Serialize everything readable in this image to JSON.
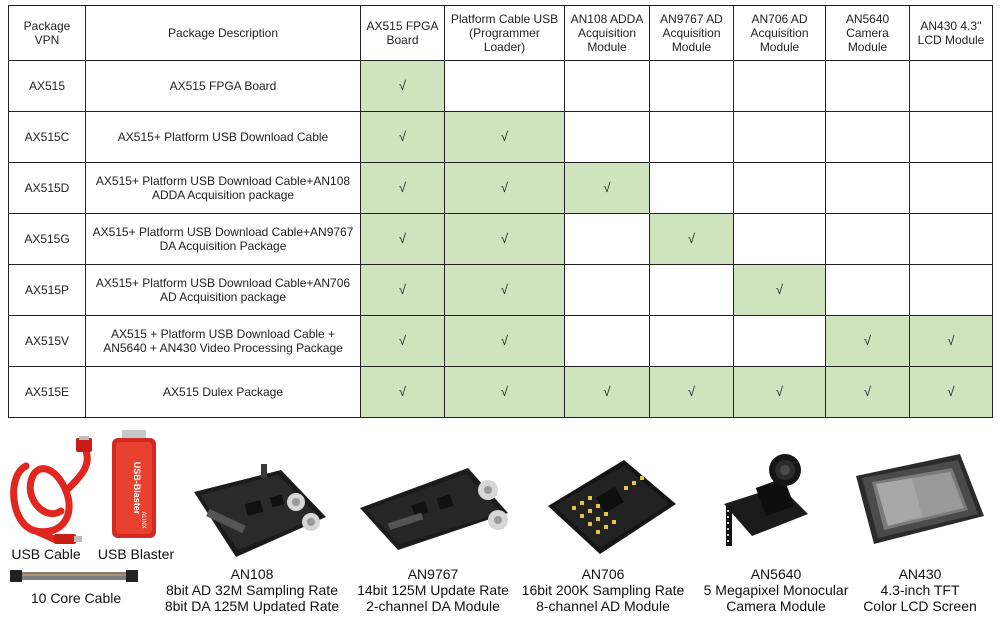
{
  "table": {
    "headers": [
      "Package VPN",
      "Package Description",
      "AX515 FPGA Board",
      "Platform Cable USB (Programmer Loader)",
      "AN108 ADDA Acquisition Module",
      "AN9767 AD Acquisition Module",
      "AN706 AD Acquisition Module",
      "AN5640 Camera Module",
      "AN430 4.3'' LCD Module"
    ],
    "check_mark": "√",
    "rows": [
      {
        "vpn": "AX515",
        "desc": "AX515 FPGA Board",
        "checks": [
          true,
          false,
          false,
          false,
          false,
          false,
          false
        ]
      },
      {
        "vpn": "AX515C",
        "desc": "AX515+ Platform USB Download Cable",
        "checks": [
          true,
          true,
          false,
          false,
          false,
          false,
          false
        ]
      },
      {
        "vpn": "AX515D",
        "desc": "AX515+ Platform USB Download Cable+AN108 ADDA Acquisition package",
        "checks": [
          true,
          true,
          true,
          false,
          false,
          false,
          false
        ]
      },
      {
        "vpn": "AX515G",
        "desc": "AX515+ Platform USB Download Cable+AN9767 DA Acquisition Package",
        "checks": [
          true,
          true,
          false,
          true,
          false,
          false,
          false
        ]
      },
      {
        "vpn": "AX515P",
        "desc": "AX515+ Platform USB Download Cable+AN706 AD Acquisition package",
        "checks": [
          true,
          true,
          false,
          false,
          true,
          false,
          false
        ]
      },
      {
        "vpn": "AX515V",
        "desc": "AX515 + Platform USB Download Cable + AN5640 + AN430 Video Processing Package",
        "checks": [
          true,
          true,
          false,
          false,
          false,
          true,
          true
        ]
      },
      {
        "vpn": "AX515E",
        "desc": "AX515 Dulex Package",
        "checks": [
          true,
          true,
          true,
          true,
          true,
          true,
          true
        ]
      }
    ],
    "highlight_color": "#cfe3bf"
  },
  "products": {
    "usb_cable": {
      "label": "USB Cable"
    },
    "usb_blaster": {
      "label": "USB Blaster",
      "device_text": "USB-Blaster",
      "brand": "ALINX"
    },
    "core_cable": {
      "label": "10 Core Cable"
    },
    "an108": {
      "lines": [
        "AN108",
        "8bit AD 32M Sampling Rate",
        "8bit DA 125M Updated Rate"
      ]
    },
    "an9767": {
      "lines": [
        "AN9767",
        "14bit 125M Update Rate",
        "2-channel DA Module"
      ]
    },
    "an706": {
      "lines": [
        "AN706",
        "16bit 200K Sampling Rate",
        "8-channel AD Module"
      ]
    },
    "an5640": {
      "lines": [
        "AN5640",
        "5 Megapixel Monocular",
        "Camera Module"
      ]
    },
    "an430": {
      "lines": [
        "AN430",
        "4.3-inch TFT",
        "Color LCD Screen"
      ]
    }
  }
}
